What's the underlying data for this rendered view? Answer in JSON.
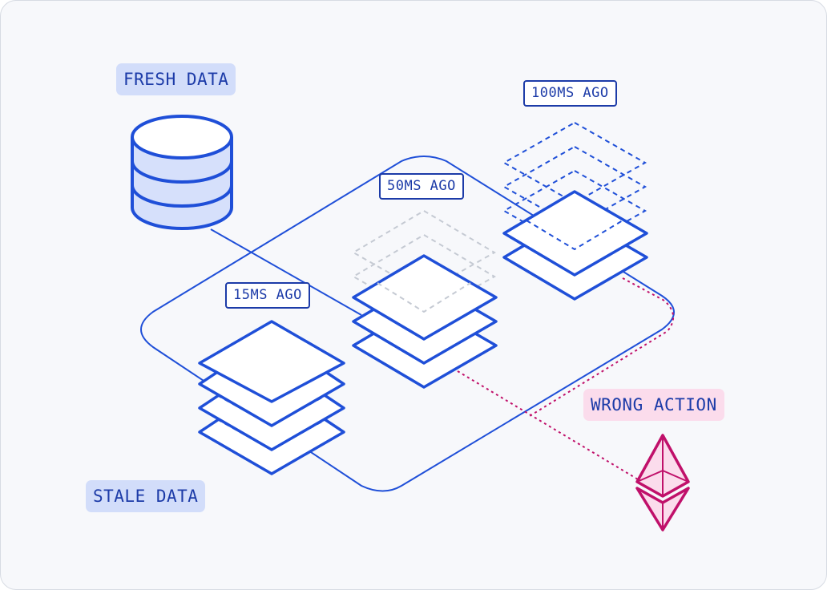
{
  "labels": {
    "fresh_data": "FRESH DATA",
    "stale_data": "STALE DATA",
    "wrong_action": "WRONG ACTION",
    "tag_15ms": "15MS AGO",
    "tag_50ms": "50MS AGO",
    "tag_100ms": "100MS AGO"
  },
  "colors": {
    "primary_blue": "#1f4fd8",
    "light_blue_fill": "#d6e0fb",
    "label_blue_bg": "#d2ddfa",
    "label_text": "#1c3ba8",
    "pink_bg": "#fbdcec",
    "magenta": "#c0106a",
    "ghost_gray": "#c5cad3",
    "background": "#f7f8fb"
  },
  "icons": {
    "database": "database-icon",
    "ethereum": "ethereum-icon"
  }
}
